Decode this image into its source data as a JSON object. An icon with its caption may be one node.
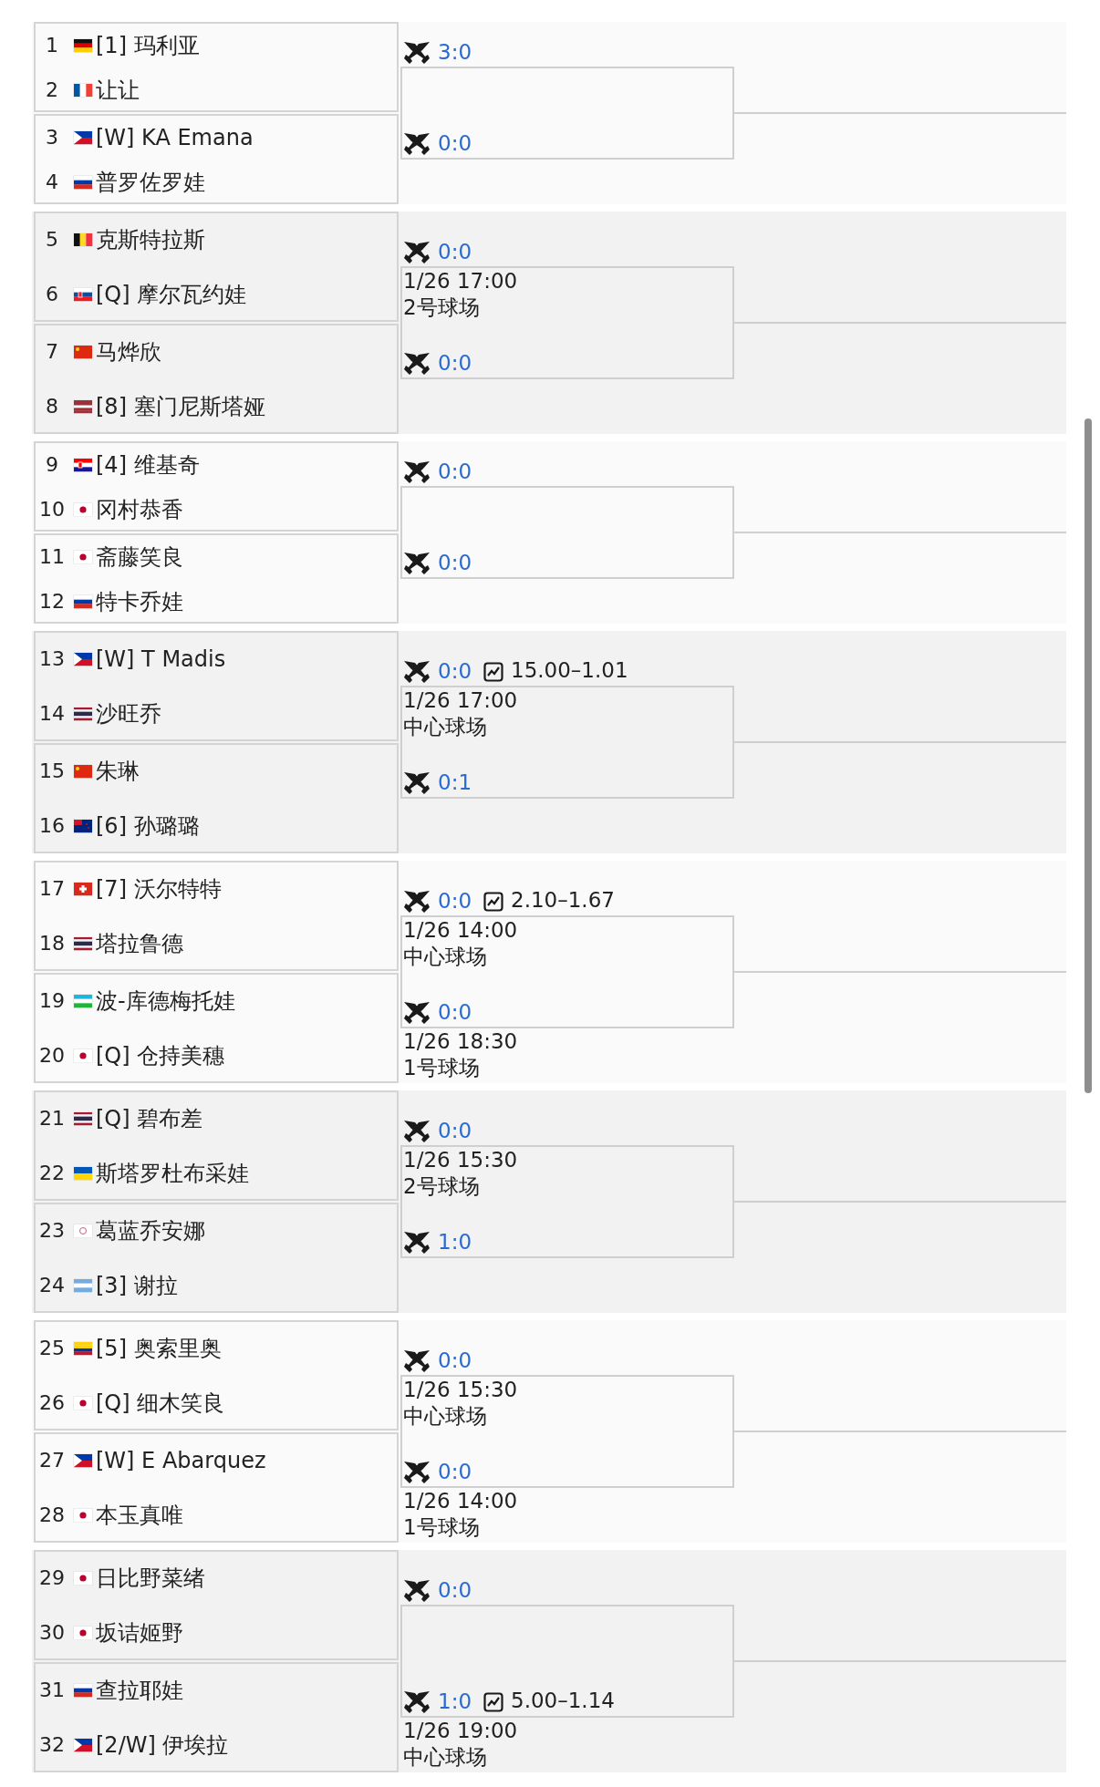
{
  "diagram": {
    "nodes": [
      {
        "text": [],
        "shape": "box",
        "beside": [
          "3:0"
        ]
      },
      {
        "text": [
          "1",
          "[1] 玛利亚"
        ],
        "in": 0
      },
      {
        "text": [
          "2",
          "让让"
        ],
        "in": 0
      },
      {
        "text": [],
        "shape": "box",
        "beside": [
          "0:0"
        ]
      },
      {
        "text": [
          "3",
          "[W] KA Emana"
        ],
        "in": 3
      },
      {
        "text": [
          "4",
          "普罗佐罗娃"
        ],
        "in": 3
      },
      {
        "text": [],
        "shape": "box",
        "beside": [
          "0:0",
          "1/26 17:00",
          "2号球场"
        ]
      },
      {
        "text": [
          "5",
          "克斯特拉斯"
        ],
        "in": 6
      },
      {
        "text": [
          "6",
          "[Q] 摩尔瓦约娃"
        ],
        "in": 6
      },
      {
        "text": [],
        "shape": "box",
        "beside": [
          "0:0"
        ]
      },
      {
        "text": [
          "7",
          "马烨欣"
        ],
        "in": 9
      },
      {
        "text": [
          "8",
          "[8] 塞门尼斯塔娅"
        ],
        "in": 9
      },
      {
        "text": [],
        "shape": "box",
        "beside": [
          "0:0"
        ]
      },
      {
        "text": [
          "9",
          "[4] 维基奇"
        ],
        "in": 12
      },
      {
        "text": [
          "10",
          "冈村恭香"
        ],
        "in": 12
      },
      {
        "text": [],
        "shape": "box",
        "beside": [
          "0:0"
        ]
      },
      {
        "text": [
          "11",
          "斋藤笑良"
        ],
        "in": 15
      },
      {
        "text": [
          "12",
          "特卡乔娃"
        ],
        "in": 15
      },
      {
        "text": [],
        "shape": "box",
        "beside": [
          "0:0",
          "15.00–1.01",
          "1/26 17:00",
          "中心球场"
        ]
      },
      {
        "text": [
          "13",
          "[W] T Madis"
        ],
        "in": 18
      },
      {
        "text": [
          "14",
          "沙旺乔"
        ],
        "in": 18
      },
      {
        "text": [],
        "shape": "box",
        "beside": [
          "0:1"
        ]
      },
      {
        "text": [
          "15",
          "朱琳"
        ],
        "in": 21
      },
      {
        "text": [
          "16",
          "[6] 孙璐璐"
        ],
        "in": 21
      },
      {
        "text": [],
        "shape": "box",
        "beside": [
          "0:0",
          "2.10–1.67",
          "1/26 14:00",
          "中心球场"
        ]
      },
      {
        "text": [
          "17",
          "[7] 沃尔特特"
        ],
        "in": 24
      },
      {
        "text": [
          "18",
          "塔拉鲁德"
        ],
        "in": 24
      },
      {
        "text": [],
        "shape": "box",
        "beside": [
          "0:0",
          "1/26 18:30",
          "1号球场"
        ]
      },
      {
        "text": [
          "19",
          "波-库德梅托娃"
        ],
        "in": 27
      },
      {
        "text": [
          "20",
          "[Q] 仓持美穗"
        ],
        "in": 27
      },
      {
        "text": [],
        "shape": "box",
        "beside": [
          "0:0",
          "1/26 15:30",
          "2号球场"
        ]
      },
      {
        "text": [
          "21",
          "[Q] 碧布差"
        ],
        "in": 30
      },
      {
        "text": [
          "22",
          "斯塔罗杜布采娃"
        ],
        "in": 30
      },
      {
        "text": [],
        "shape": "box",
        "beside": [
          "1:0"
        ]
      },
      {
        "text": [
          "23",
          "葛蓝乔安娜"
        ],
        "in": 33
      },
      {
        "text": [
          "24",
          "[3] 谢拉"
        ],
        "in": 33
      },
      {
        "text": [],
        "shape": "box",
        "beside": [
          "0:0",
          "1/26 15:30",
          "中心球场"
        ]
      },
      {
        "text": [
          "25",
          "[5] 奥索里奥"
        ],
        "in": 36
      },
      {
        "text": [
          "26",
          "[Q] 细木笑良"
        ],
        "in": 36
      },
      {
        "text": [],
        "shape": "box",
        "beside": [
          "0:0",
          "1/26 14:00",
          "1号球场"
        ]
      },
      {
        "text": [
          "27",
          "[W] E Abarquez"
        ],
        "in": 39
      },
      {
        "text": [
          "28",
          "本玉真唯"
        ],
        "in": 39
      },
      {
        "text": [],
        "shape": "box",
        "beside": [
          "0:0"
        ]
      },
      {
        "text": [
          "29",
          "日比野菜绪"
        ],
        "in": 42
      },
      {
        "text": [
          "30",
          "坂诘姬野"
        ],
        "in": 42
      },
      {
        "text": [],
        "shape": "box",
        "beside": [
          "1:0",
          "5.00–1.14",
          "1/26 19:00",
          "中心球场"
        ]
      },
      {
        "text": [
          "31",
          "查拉耶娃"
        ],
        "in": 45
      },
      {
        "text": [
          "32",
          "[2/W] 伊埃拉"
        ],
        "in": 45
      }
    ]
  }
}
